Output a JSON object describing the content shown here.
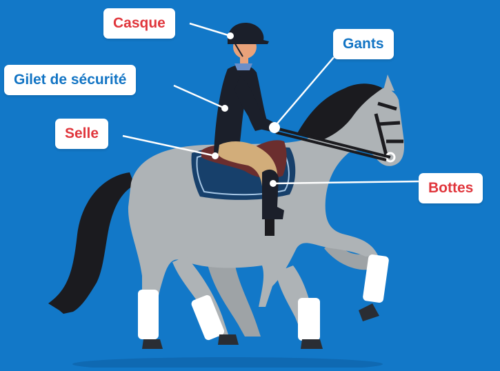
{
  "colors": {
    "background": "#1278c8",
    "label_red": "#e0363c",
    "label_blue": "#1274c4",
    "horse": "#aeb3b6",
    "mane": "#1b1b1f",
    "saddle_pad": "#17406b",
    "saddle": "#6b2e2e",
    "jacket": "#1b1f2a",
    "breeches": "#d2ad7a",
    "wraps": "#ffffff",
    "leader_line": "#ffffff"
  },
  "labels": {
    "casque": "Casque",
    "gants": "Gants",
    "gilet": "Gilet de sécurité",
    "selle": "Selle",
    "bottes": "Bottes"
  }
}
